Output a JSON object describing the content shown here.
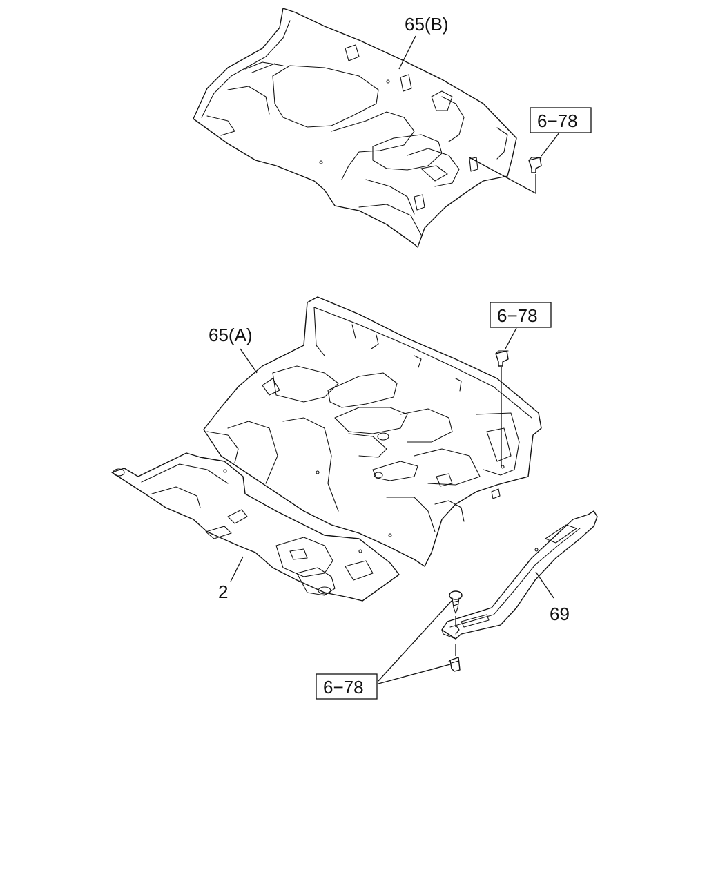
{
  "labels": {
    "rear_carpet": "65(B)",
    "front_carpet": "65(A)",
    "insulator": "2",
    "sill_plate": "69"
  },
  "refs": {
    "ref_top": "6−78",
    "ref_middle": "6−78",
    "ref_bottom": "6−78"
  }
}
